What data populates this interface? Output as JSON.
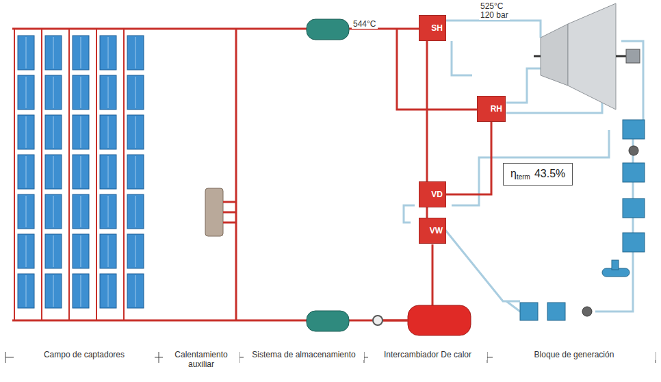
{
  "diagram": {
    "nodes": [
      {
        "text": [
          "SH"
        ]
      },
      {
        "text": [
          "RH"
        ]
      },
      {
        "text": [
          "VD"
        ]
      },
      {
        "text": [
          "VW"
        ]
      },
      {
        "text": [
          "η",
          "term",
          "43.5%"
        ]
      }
    ],
    "edges": [
      {
        "from": 0,
        "to": 2,
        "arrow": "none"
      },
      {
        "from": 1,
        "to": 2,
        "arrow": "none"
      },
      {
        "from": 2,
        "to": 3,
        "arrow": "none"
      }
    ],
    "labels": [
      "544°C",
      "525°C",
      "120 bar",
      "Campo de captadores",
      "Calentamiento auxiliar",
      "Sistema de almacenamiento",
      "Intercambiador De calor",
      "Bloque de generación"
    ]
  }
}
